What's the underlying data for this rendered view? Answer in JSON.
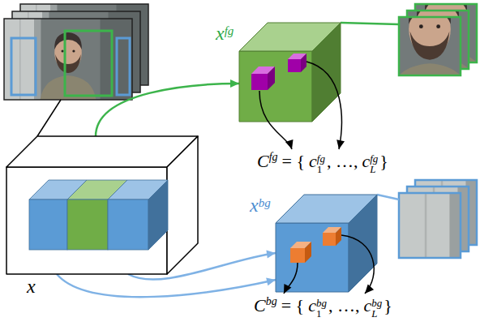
{
  "diagram": {
    "nodes": [
      {
        "text": [
          "x"
        ]
      },
      {
        "text": [
          "x",
          "fg"
        ]
      },
      {
        "text": [
          "x",
          "bg"
        ]
      }
    ],
    "edges": [
      {
        "from": 0,
        "to": 1,
        "arrow": "to"
      },
      {
        "from": 0,
        "to": 2,
        "arrow": "to"
      }
    ],
    "labels": [
      "C",
      "fg",
      "= {",
      "c",
      "fg",
      "1",
      ", …,",
      "c",
      "fg",
      "L",
      "}",
      "C",
      "bg",
      "= {",
      "c",
      "bg",
      "1",
      ", …,",
      "c",
      "bg",
      "L",
      "}"
    ]
  }
}
